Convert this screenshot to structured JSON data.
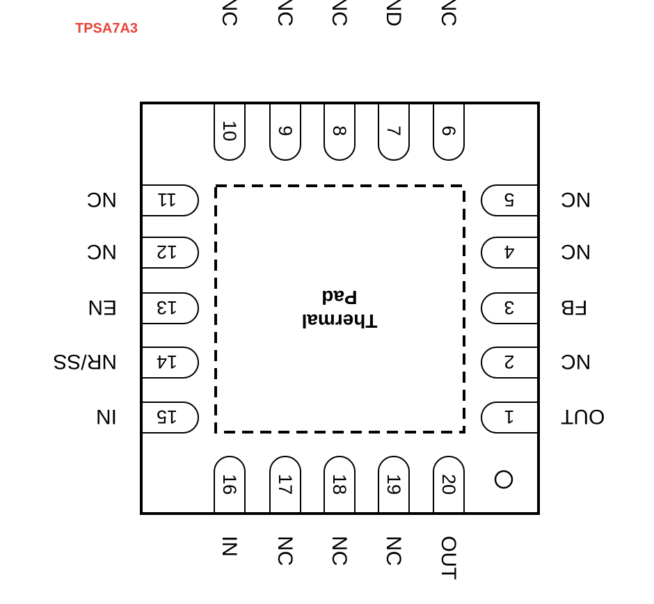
{
  "part_number": "TPSA7A3",
  "accent_color": "#e8433a",
  "thermal_pad": {
    "line1": "Thermal",
    "line2": "Pad"
  },
  "pins": {
    "1": {
      "num": "1",
      "name": "OUT"
    },
    "2": {
      "num": "2",
      "name": "NC"
    },
    "3": {
      "num": "3",
      "name": "FB"
    },
    "4": {
      "num": "4",
      "name": "NC"
    },
    "5": {
      "num": "5",
      "name": "NC"
    },
    "6": {
      "num": "6",
      "name": "NC"
    },
    "7": {
      "num": "7",
      "name": "GND"
    },
    "8": {
      "num": "8",
      "name": "NC"
    },
    "9": {
      "num": "9",
      "name": "NC"
    },
    "10": {
      "num": "10",
      "name": "NC"
    },
    "11": {
      "num": "11",
      "name": "NC"
    },
    "12": {
      "num": "12",
      "name": "NC"
    },
    "13": {
      "num": "13",
      "name": "EN"
    },
    "14": {
      "num": "14",
      "name": "NR/SS"
    },
    "15": {
      "num": "15",
      "name": "IN"
    },
    "16": {
      "num": "16",
      "name": "IN"
    },
    "17": {
      "num": "17",
      "name": "NC"
    },
    "18": {
      "num": "18",
      "name": "NC"
    },
    "19": {
      "num": "19",
      "name": "NC"
    },
    "20": {
      "num": "20",
      "name": "OUT"
    }
  }
}
